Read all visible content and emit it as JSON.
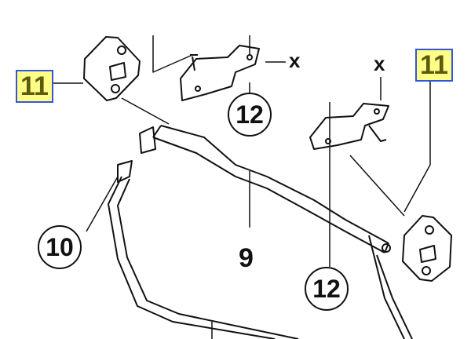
{
  "callouts": {
    "tag_left": "11",
    "tag_right": "11",
    "circle_12_top": "12",
    "circle_12_bottom": "12",
    "circle_10": "10",
    "label_9": "9",
    "x_left": "x",
    "x_right": "x"
  },
  "colors": {
    "tag_fill": "#ffff88",
    "tag_border": "#3355dd",
    "tag_text": "#5a5a10"
  }
}
